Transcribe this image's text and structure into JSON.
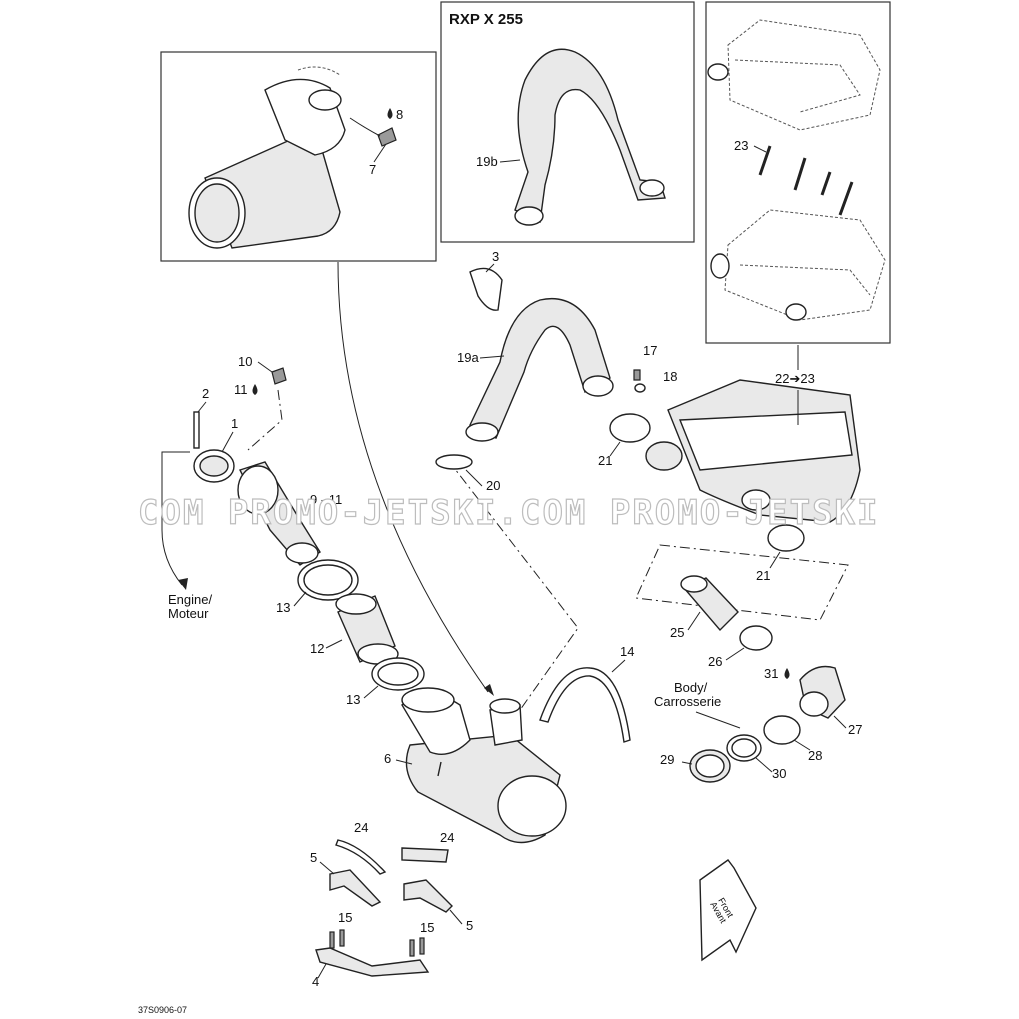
{
  "title": "RXP X 255",
  "watermark": "COM  PROMO-JETSKI.COM  PROMO-JETSKI",
  "diagram_code": "37S0906-07",
  "text_labels": {
    "engine": "Engine/",
    "engine_fr": "Moteur",
    "body": "Body/",
    "body_fr": "Carrosserie",
    "front": "Front",
    "front_fr": "Avant"
  },
  "callouts": {
    "c1": "1",
    "c2": "2",
    "c3": "3",
    "c4": "4",
    "c5a": "5",
    "c5b": "5",
    "c6": "6",
    "c7": "7",
    "c8": "8",
    "c9_11": "9 - 11",
    "c10": "10",
    "c11": "11",
    "c12": "12",
    "c13a": "13",
    "c13b": "13",
    "c14": "14",
    "c15a": "15",
    "c15b": "15",
    "c17": "17",
    "c18": "18",
    "c19a": "19a",
    "c19b": "19b",
    "c20": "20",
    "c21a": "21",
    "c21b": "21",
    "c22_23": "22➔23",
    "c23": "23",
    "c24a": "24",
    "c24b": "24",
    "c25": "25",
    "c26": "26",
    "c27": "27",
    "c28": "28",
    "c29": "29",
    "c30": "30",
    "c31": "31"
  },
  "colors": {
    "line": "#222222",
    "watermark": "#bdbdbd",
    "background": "#ffffff"
  }
}
